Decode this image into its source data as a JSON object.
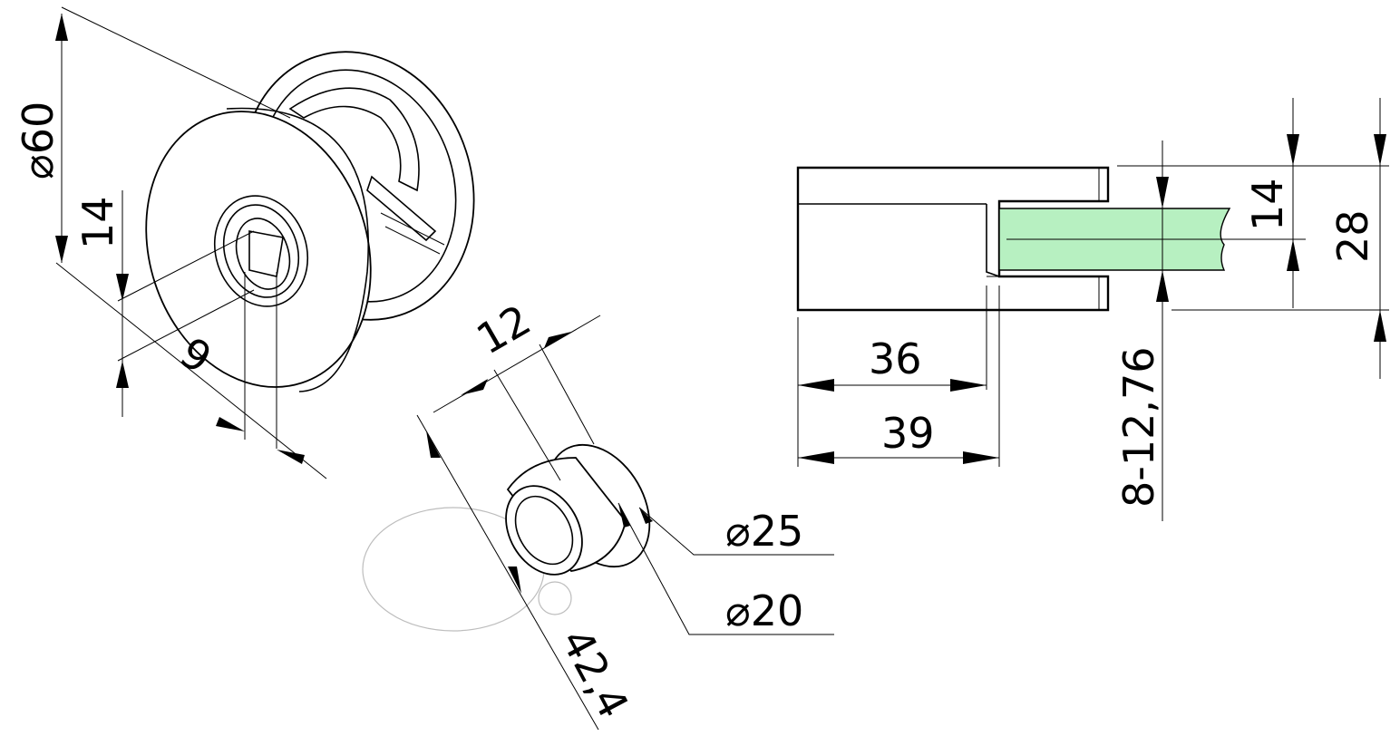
{
  "dimensions": {
    "diameter_main": "60",
    "height_left": "14",
    "depth_left": "9",
    "bushing_length": "12",
    "bushing_outer": "25",
    "bushing_inner": "20",
    "bushing_diag": "42,4",
    "width_inner": "36",
    "width_total": "39",
    "glass_range": "8-12,76",
    "half_height": "14",
    "total_height": "28"
  },
  "colors": {
    "glass": "#b7f0c1",
    "line": "#000000",
    "ghost": "#bdbdbd"
  }
}
